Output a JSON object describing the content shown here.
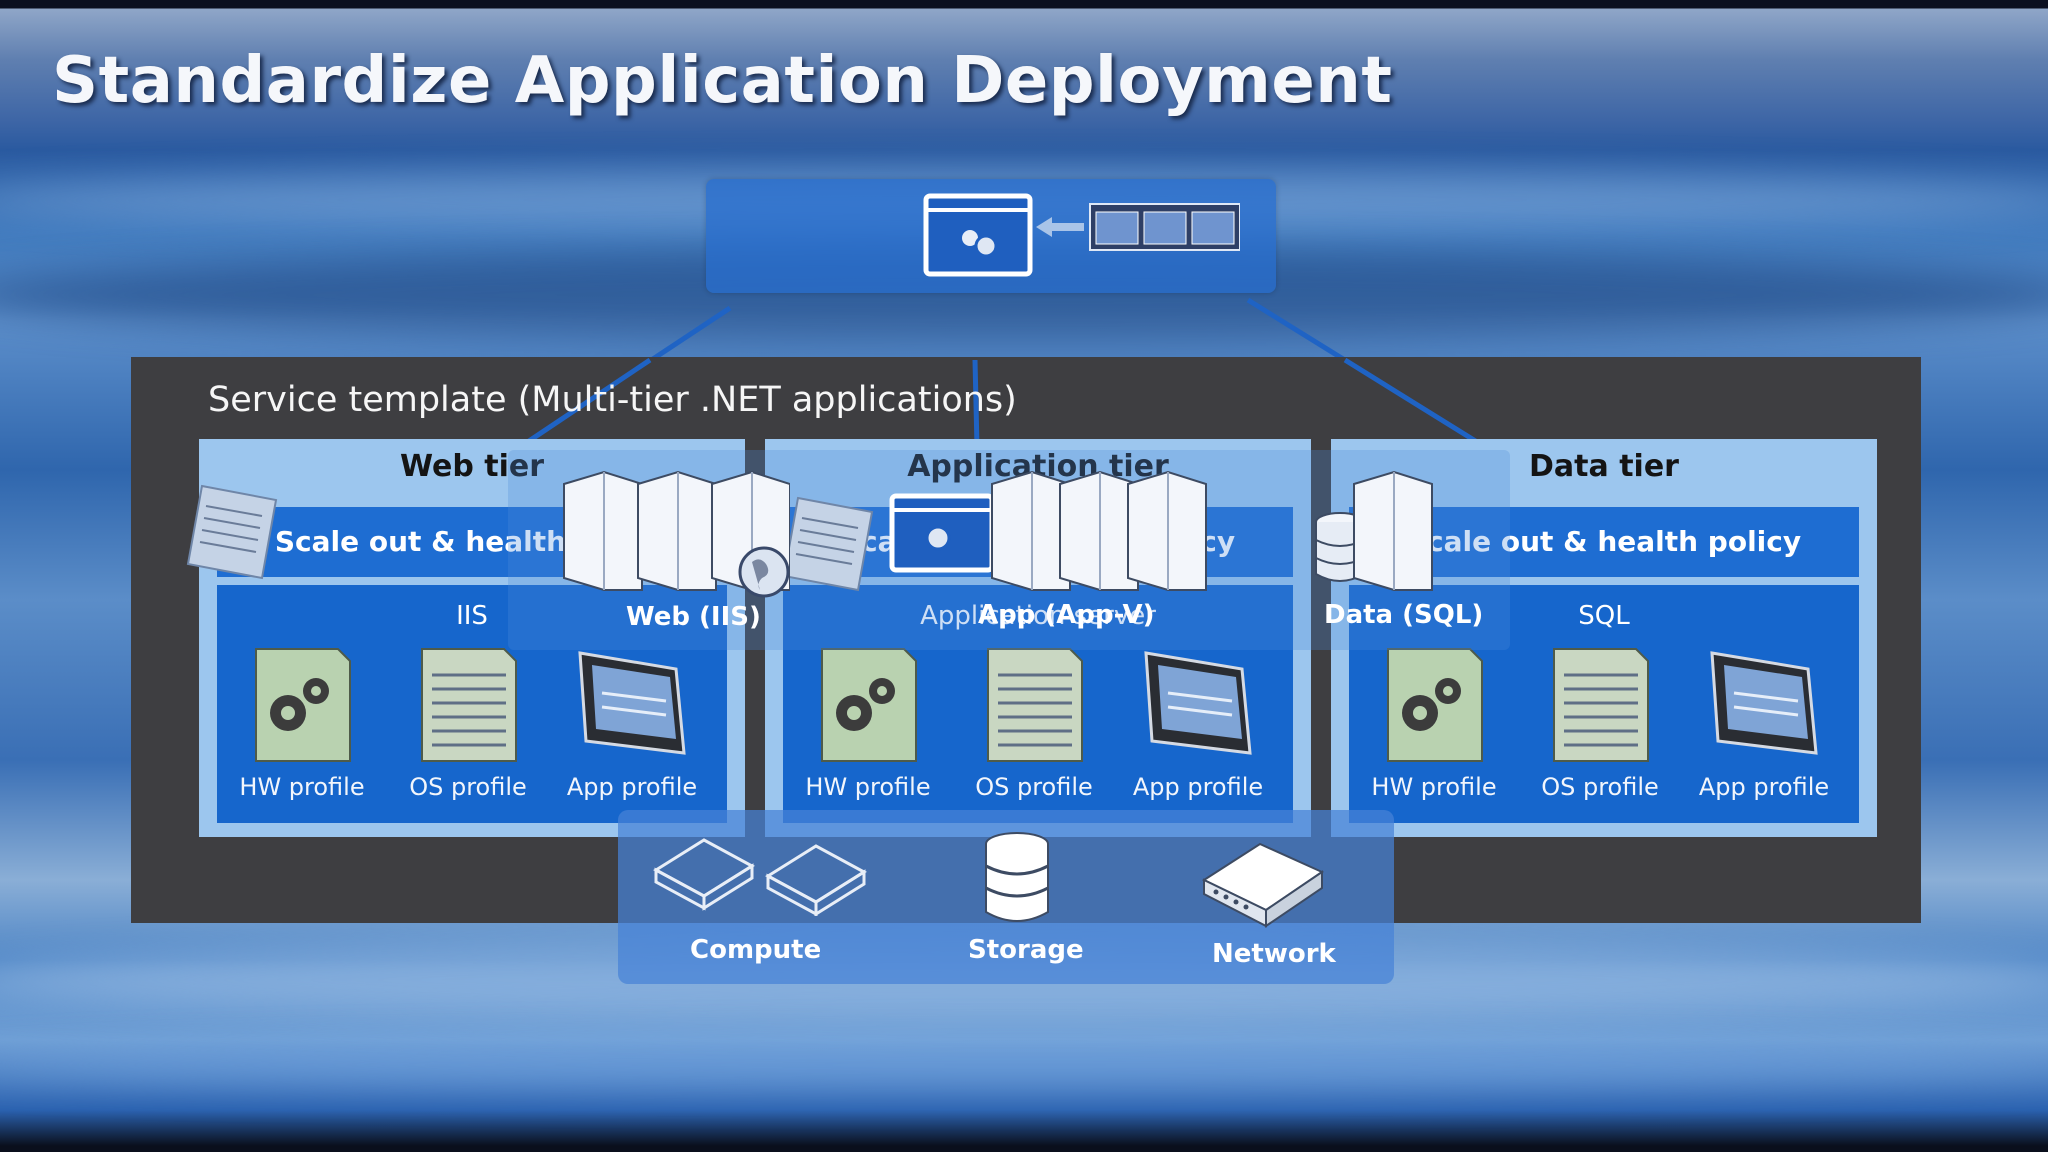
{
  "slide": {
    "title": "Standardize Application Deployment",
    "service_template_title": "Service template (Multi-tier .NET applications)"
  },
  "tiers": [
    {
      "name": "Web tier",
      "scale_label": "Scale out & health policy",
      "stack_label": "IIS",
      "profiles": [
        "HW profile",
        "OS profile",
        "App profile"
      ]
    },
    {
      "name": "Application tier",
      "scale_label": "Scale out & health policy",
      "stack_label": "Application server",
      "profiles": [
        "HW profile",
        "OS profile",
        "App profile"
      ]
    },
    {
      "name": "Data tier",
      "scale_label": "Scale out & health policy",
      "stack_label": "SQL",
      "profiles": [
        "HW profile",
        "OS profile",
        "App profile"
      ]
    }
  ],
  "servers": {
    "web": "Web (IIS)",
    "app": "App (App-V)",
    "data": "Data (SQL)"
  },
  "infrastructure": {
    "compute": "Compute",
    "storage": "Storage",
    "network": "Network"
  },
  "colors": {
    "tier_bg": "#9cc6ee",
    "tier_accent": "#1e6dd2",
    "frame_bg": "#3e3e41",
    "connector": "#1f63c4"
  },
  "icons": [
    "gear-window-icon",
    "arrow-left-icon",
    "vm-templates-icon",
    "document-icon",
    "server-icon",
    "globe-icon",
    "database-icon",
    "compute-blade-icon",
    "network-switch-icon",
    "hw-profile-icon",
    "os-profile-icon",
    "app-profile-icon"
  ]
}
